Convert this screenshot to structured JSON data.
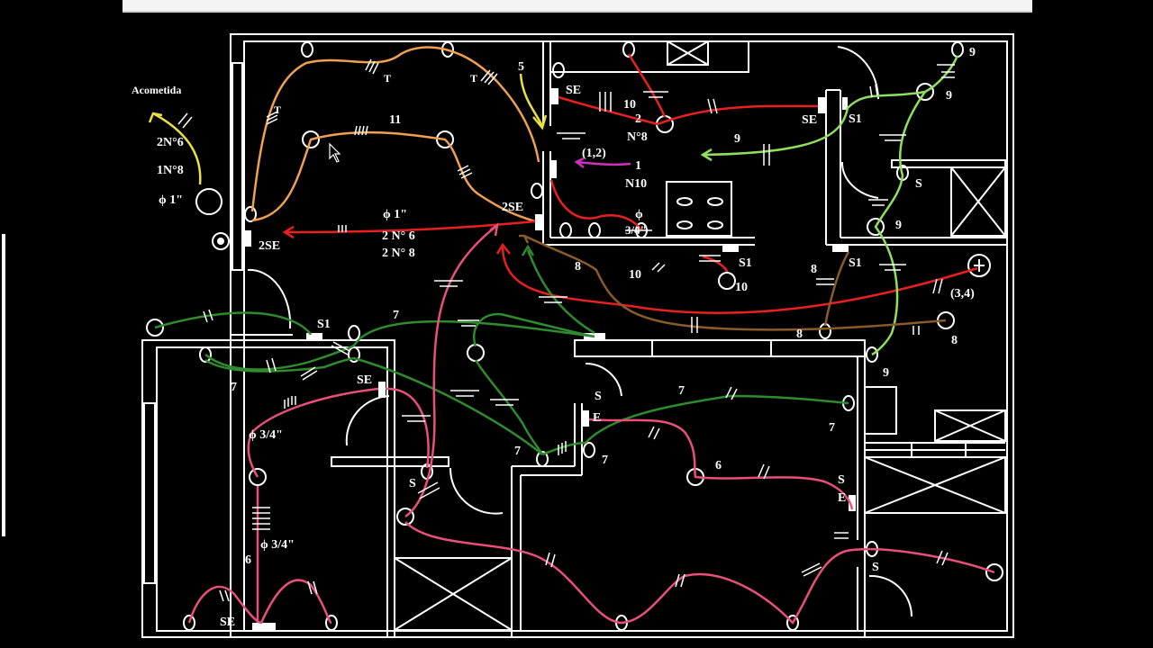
{
  "colors": {
    "background": "#000000",
    "walls": "#ffffff",
    "orange_circuit": "#f0a050",
    "red_circuit": "#e82020",
    "green_circuit": "#2e8b2e",
    "light_green_circuit": "#90e060",
    "pink_circuit": "#e8507a",
    "yellow_circuit": "#e8e040",
    "brown_circuit": "#8b5a2b",
    "magenta_circuit": "#d030c0"
  },
  "service": {
    "title": "Acometida",
    "cable1": "2N°6",
    "cable2": "1N°8",
    "conduit": "ϕ 1\""
  },
  "labels": {
    "c5": "5",
    "se_top": "SE",
    "c10_top": "10",
    "c2_top": "2",
    "n8": "N°8",
    "c9_mid": "9",
    "se_right": "SE",
    "s1_right": "S1",
    "c9_tr1": "9",
    "c9_tr2": "9",
    "s_right": "S",
    "c9_r": "9",
    "c11": "11",
    "c12": "(1,2)",
    "c1": "1",
    "n10": "N10",
    "se2": "2SE",
    "phi1": "ϕ 1\"",
    "n6": "2 N° 6",
    "n8b": "2 N° 8",
    "se2_left": "2SE",
    "phi_kitchen": "ϕ",
    "k34": "3/4\"",
    "c8_mid": "8",
    "c10_mid": "10",
    "s1_kit": "S1",
    "c10_kit": "10",
    "c8_r": "8",
    "s1_r2": "S1",
    "c34": "(3,4)",
    "c8_r2": "8",
    "c8_r3": "8",
    "c9_r3": "9",
    "s1_left": "S1",
    "c7_mid": "7",
    "c7_left": "7",
    "se_bed": "SE",
    "phi34_a": "ϕ 3/4\"",
    "phi34_b": "ϕ 3/4\"",
    "c6_bed": "6",
    "se_bottom": "SE",
    "s_mid": "S",
    "e_mid": "E",
    "c7_a": "7",
    "c7_b": "7",
    "c7_c": "7",
    "c7_d": "7",
    "c6_right": "6",
    "s_bath": "S",
    "e_bath": "E",
    "s_bath2": "S",
    "s_hall": "S"
  }
}
